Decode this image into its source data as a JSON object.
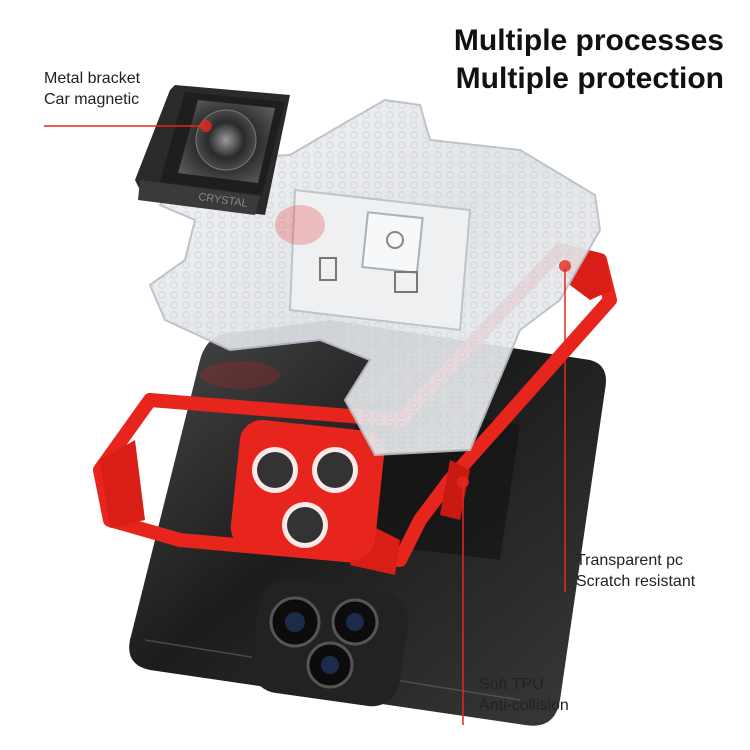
{
  "headline": {
    "line1": "Multiple processes",
    "line2": "Multiple protection"
  },
  "callouts": {
    "bracket": {
      "line1": "Metal bracket",
      "line2": "Car magnetic"
    },
    "pc": {
      "line1": "Transparent pc",
      "line2": "Scratch resistant"
    },
    "tpu": {
      "line1": "Soft TPU",
      "line2": "Anti-collision"
    }
  },
  "bracket_engraving": "CRYSTAL",
  "colors": {
    "accent_red": "#e8251d",
    "phone_body": "#2b2b2b",
    "clear_shell": "#e9ecef",
    "bracket": "#1e1e1e"
  }
}
